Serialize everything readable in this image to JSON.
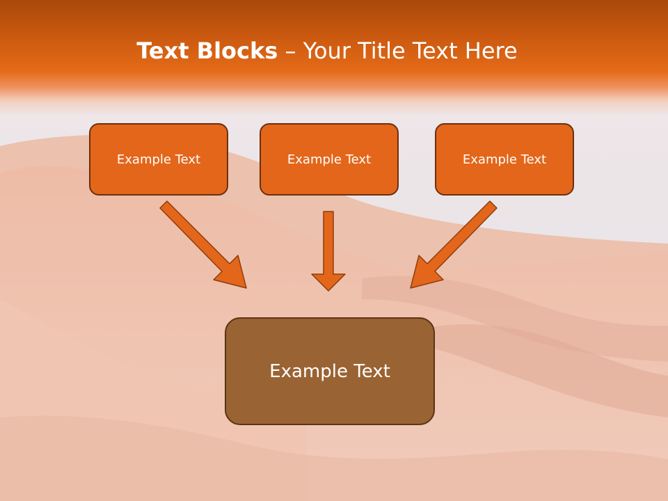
{
  "slide": {
    "title_bold": "Text Blocks",
    "title_dash": "–",
    "title_rest": "Your Title Text Here"
  },
  "diagram": {
    "top_boxes": [
      {
        "label": "Example Text"
      },
      {
        "label": "Example Text"
      },
      {
        "label": "Example Text"
      }
    ],
    "bottom_box": {
      "label": "Example Text"
    }
  },
  "colors": {
    "title_band": "#e46b18",
    "top_box_fill": "#e3661a",
    "top_box_border": "#6b3010",
    "bottom_box_fill": "#9a6333",
    "arrow_fill": "#e3661a",
    "arrow_stroke": "#8a3d10",
    "sky": "#e6e6ec",
    "sand": "#efc4b0"
  }
}
